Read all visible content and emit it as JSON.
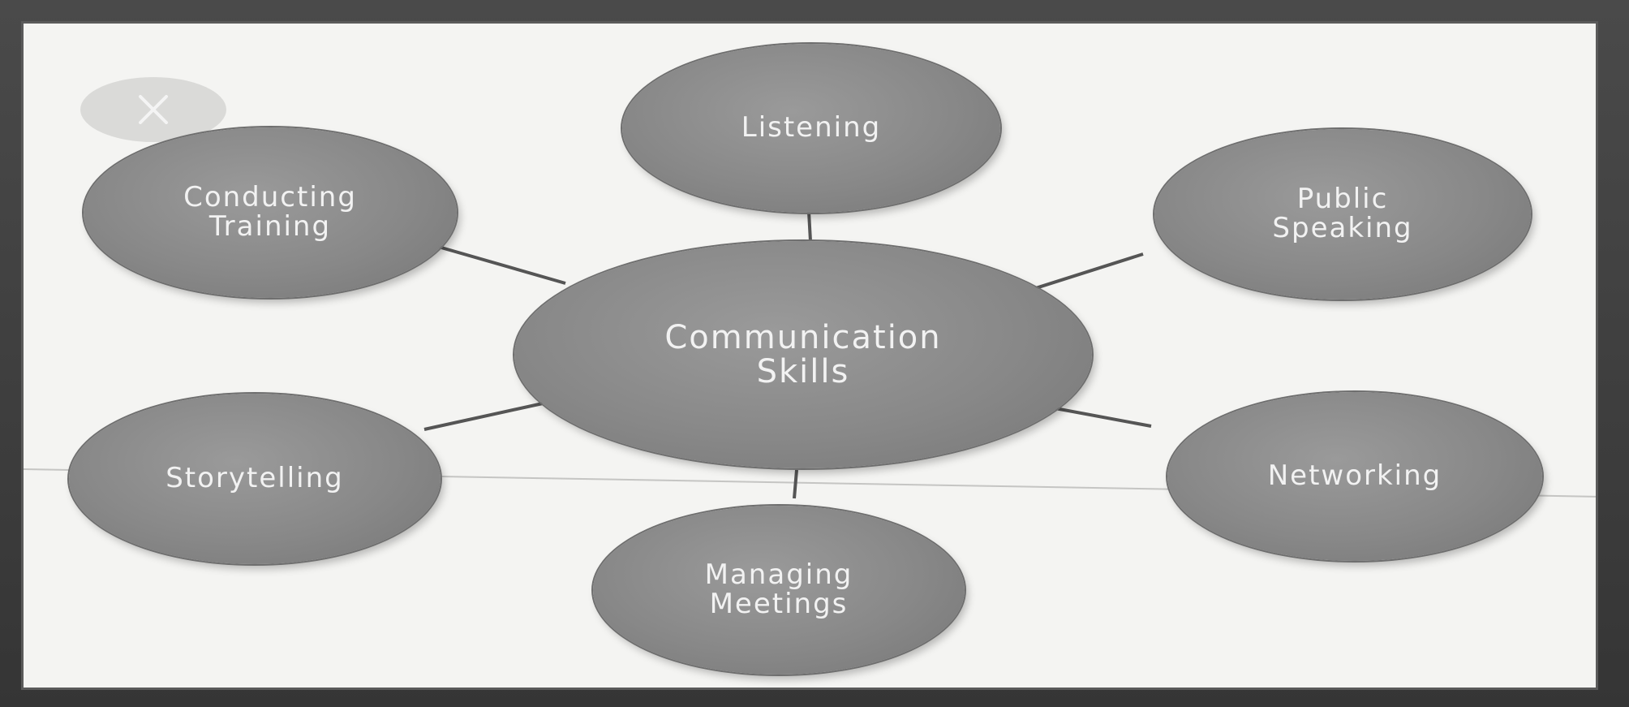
{
  "diagram": {
    "center": {
      "label": "Communication\nSkills"
    },
    "nodes": [
      {
        "id": "listening",
        "label": "Listening"
      },
      {
        "id": "public-speaking",
        "label": "Public\nSpeaking"
      },
      {
        "id": "networking",
        "label": "Networking"
      },
      {
        "id": "managing-meetings",
        "label": "Managing\nMeetings"
      },
      {
        "id": "storytelling",
        "label": "Storytelling"
      },
      {
        "id": "conducting-training",
        "label": "Conducting\nTraining"
      }
    ],
    "colors": {
      "node_fill": "#888888",
      "node_text": "#f2f2f2",
      "connector": "#555555",
      "background": "#f4f4f2"
    }
  },
  "controls": {
    "close_icon": "close-icon"
  }
}
